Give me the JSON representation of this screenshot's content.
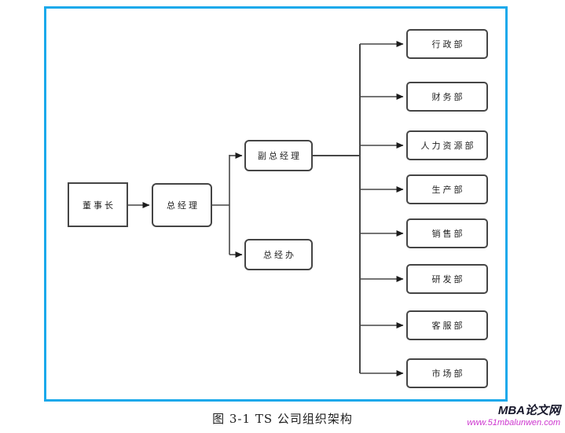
{
  "figure": {
    "caption": "图 3-1 TS 公司组织架构",
    "frame_color": "#1BA9EB"
  },
  "org": {
    "chairman": "董事长",
    "general_manager": "总经理",
    "deputy_general_manager": "副总经理",
    "general_manager_office": "总经办",
    "departments": [
      "行政部",
      "财务部",
      "人力资源部",
      "生产部",
      "销售部",
      "研发部",
      "客服部",
      "市场部"
    ]
  },
  "watermark": {
    "site_name": "MBA论文网",
    "site_url": "www.51mbalunwen.com",
    "url_color": "#cd35cf"
  },
  "diagram_style": {
    "line_color": "#474747",
    "arrow_color": "#1c1c1c",
    "box_border_color": "#454545"
  }
}
